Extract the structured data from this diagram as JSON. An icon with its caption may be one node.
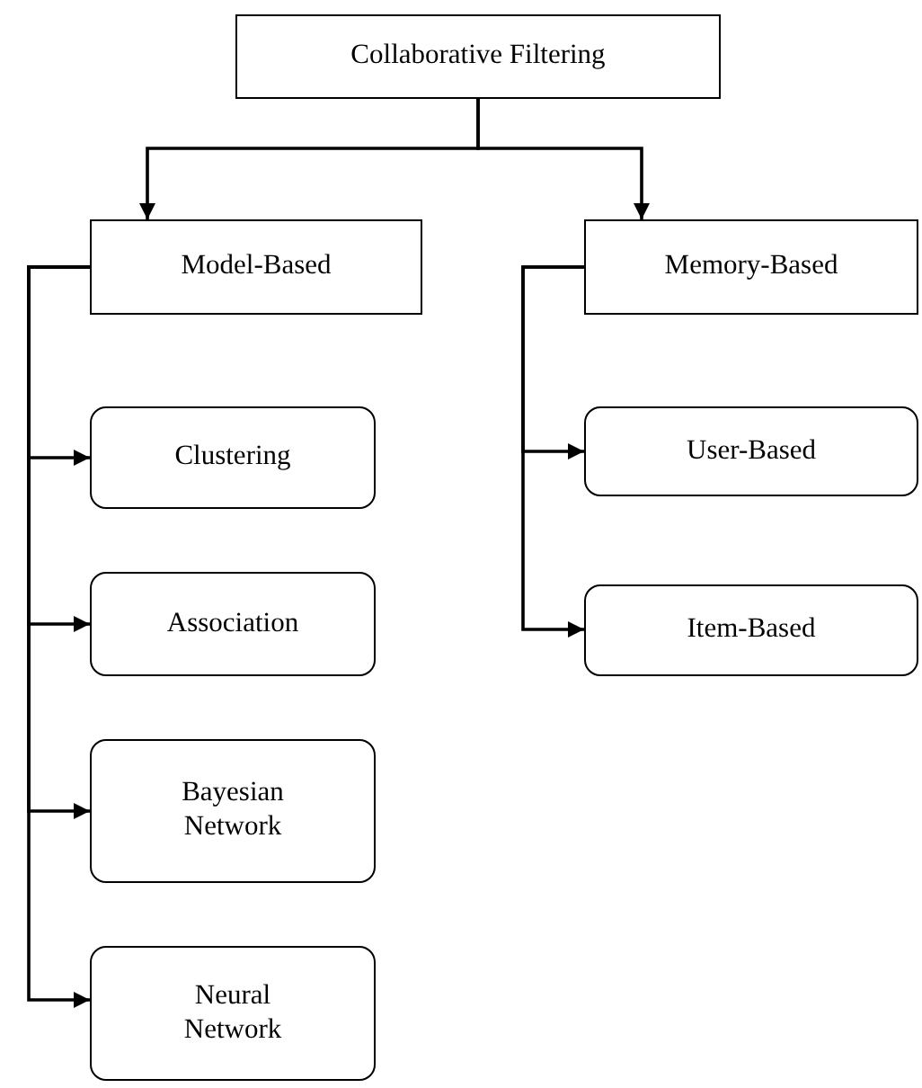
{
  "diagram": {
    "nodes": [
      {
        "text": [
          "Collaborative Filtering"
        ]
      },
      {
        "text": [
          "Model-Based"
        ]
      },
      {
        "text": [
          "Memory-Based"
        ]
      },
      {
        "text": [
          "Clustering"
        ]
      },
      {
        "text": [
          "User-Based"
        ]
      },
      {
        "text": [
          "Association"
        ]
      },
      {
        "text": [
          "Item-Based"
        ]
      },
      {
        "text": [
          "Bayesian Network"
        ]
      },
      {
        "text": [
          "Neural Network"
        ]
      }
    ],
    "edges": [
      {
        "from": 0,
        "to": 1,
        "arrow": "to"
      },
      {
        "from": 0,
        "to": 2,
        "arrow": "to"
      },
      {
        "from": 1,
        "to": 3,
        "arrow": "to"
      },
      {
        "from": 1,
        "to": 5,
        "arrow": "to"
      },
      {
        "from": 1,
        "to": 7,
        "arrow": "to"
      },
      {
        "from": 1,
        "to": 8,
        "arrow": "to"
      },
      {
        "from": 2,
        "to": 4,
        "arrow": "to"
      },
      {
        "from": 2,
        "to": 6,
        "arrow": "to"
      }
    ]
  }
}
